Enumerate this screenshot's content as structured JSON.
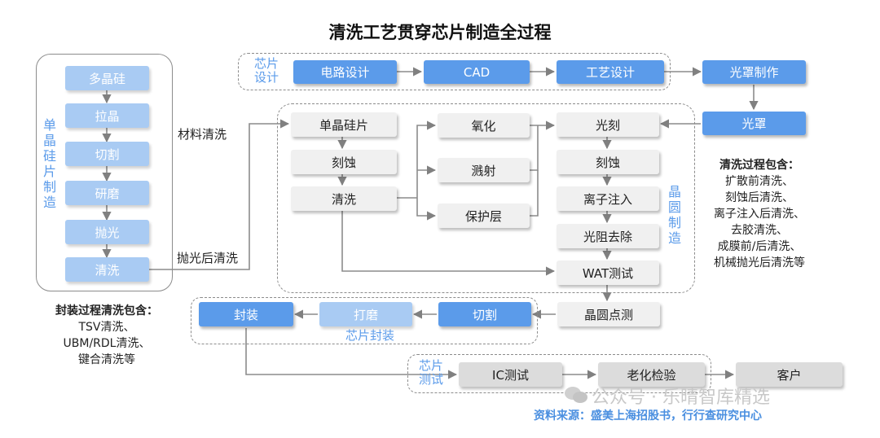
{
  "title": "清洗工艺贯穿芯片制造全过程",
  "left_column": {
    "vertical_label": [
      "单",
      "晶",
      "硅",
      "片",
      "制",
      "造"
    ],
    "steps": [
      "多晶硅",
      "拉晶",
      "切割",
      "研磨",
      "抛光",
      "清洗"
    ]
  },
  "labels": {
    "material_clean": "材料清洗",
    "post_polish_clean": "抛光后清洗"
  },
  "chip_design": {
    "label_line1": "芯片",
    "label_line2": "设计",
    "steps": [
      "电路设计",
      "CAD",
      "工艺设计"
    ],
    "mask_making": "光罩制作",
    "mask": "光罩"
  },
  "wafer_mfg": {
    "vertical_label": [
      "晶",
      "圆",
      "制",
      "造"
    ],
    "col1": [
      "单晶硅片",
      "刻蚀",
      "清洗"
    ],
    "col2": [
      "氧化",
      "溅射",
      "保护层"
    ],
    "col3": [
      "光刻",
      "刻蚀",
      "离子注入",
      "光阻去除",
      "WAT测试"
    ]
  },
  "wafer_probe": "晶圆点测",
  "packaging": {
    "label": "芯片封装",
    "steps": [
      "切割",
      "打磨",
      "封装"
    ]
  },
  "chip_test": {
    "label_line1": "芯片",
    "label_line2": "测试",
    "steps": [
      "IC测试",
      "老化检验",
      "客户"
    ]
  },
  "notes": {
    "wafer_cleaning": {
      "title": "清洗过程包含：",
      "lines": [
        "扩散前清洗、",
        "刻蚀后清洗、",
        "离子注入后清洗、",
        "去胶清洗、",
        "成膜前/后清洗、",
        "机械抛光后清洗等"
      ]
    },
    "package_cleaning": {
      "title": "封装过程清洗包含：",
      "lines": [
        "TSV清洗、",
        "UBM/RDL清洗、",
        "键合清洗等"
      ]
    }
  },
  "watermark": "公众号 · 乐晴智库精选",
  "source": "资料来源：盛美上海招股书，行行查研究中心",
  "colors": {
    "accent_blue": "#5b9bea",
    "light_blue": "#a9cbf3",
    "grey_box": "#f0f0f0",
    "line": "#8c8c8c"
  }
}
